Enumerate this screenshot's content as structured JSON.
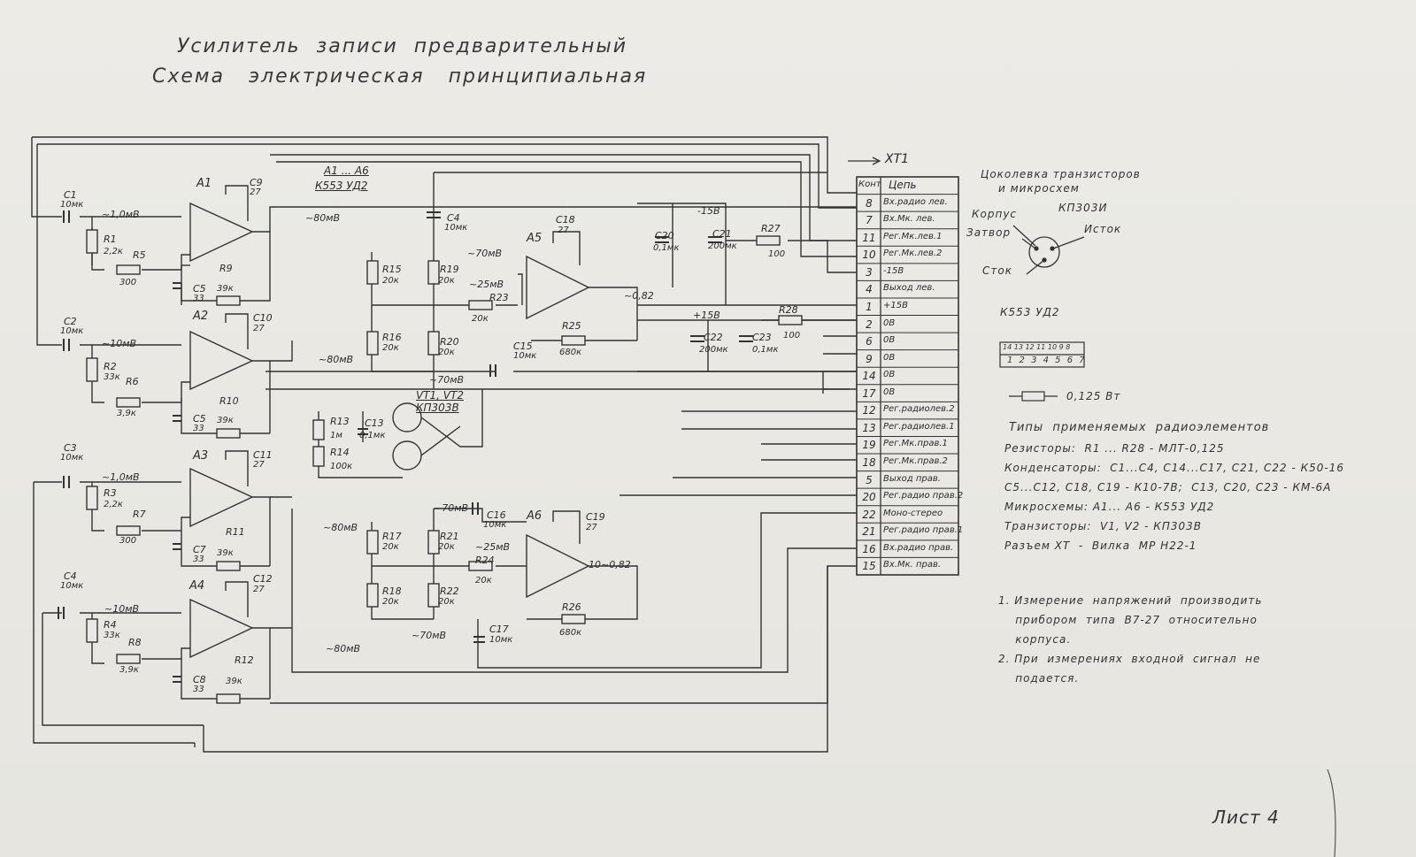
{
  "title": {
    "line1": "Усилитель  записи  предварительный",
    "line2": "Схема   электрическая   принципиальная"
  },
  "connector": {
    "arrow_label": "XT1",
    "header_pin": "Конт",
    "header_circuit": "Цепь",
    "rows": [
      {
        "pin": "8",
        "name": "Вх.радио лев."
      },
      {
        "pin": "7",
        "name": "Вх.Мк. лев."
      },
      {
        "pin": "11",
        "name": "Рег.Мк.лев.1"
      },
      {
        "pin": "10",
        "name": "Рег.Мк.лев.2"
      },
      {
        "pin": "3",
        "name": "-15В"
      },
      {
        "pin": "4",
        "name": "Выход лев."
      },
      {
        "pin": "1",
        "name": "+15В"
      },
      {
        "pin": "2",
        "name": "0В"
      },
      {
        "pin": "6",
        "name": "0В"
      },
      {
        "pin": "9",
        "name": "0В"
      },
      {
        "pin": "14",
        "name": "0В"
      },
      {
        "pin": "17",
        "name": "0В"
      },
      {
        "pin": "12",
        "name": "Рег.радиолев.2"
      },
      {
        "pin": "13",
        "name": "Рег.радиолев.1"
      },
      {
        "pin": "19",
        "name": "Рег.Мк.прав.1"
      },
      {
        "pin": "18",
        "name": "Рег.Мк.прав.2"
      },
      {
        "pin": "5",
        "name": "Выход прав."
      },
      {
        "pin": "20",
        "name": "Рег.радио прав.2"
      },
      {
        "pin": "22",
        "name": "Моно-стерео"
      },
      {
        "pin": "21",
        "name": "Рег.радио прав.1"
      },
      {
        "pin": "16",
        "name": "Вх.радио прав."
      },
      {
        "pin": "15",
        "name": "Вх.Мк. прав."
      }
    ]
  },
  "pinout": {
    "caption1": "Цоколевка транзисторов",
    "caption2": "и микросхем",
    "transistor": "КП303И",
    "body": "Корпус",
    "gate": "Затвор",
    "source": "Исток",
    "drain": "Сток",
    "ic": "К553 УД2",
    "ic_top_pins": "14 13 12 11 10 9 8",
    "ic_bottom_pins": "1 2 3 4 5 6 7",
    "resistor_power": "0,125 Вт"
  },
  "parts": {
    "heading": "Типы  применяемых  радиоэлементов",
    "lines": [
      "Резисторы:  R1 ... R28 - МЛТ-0,125",
      "Конденсаторы:  C1...C4, C14...C17, C21, C22 - К50-16",
      "C5...C12, C18, C19 - К10-7В;  C13, C20, C23 - КМ-6А",
      "Микросхемы: A1... A6 - К553 УД2",
      "Транзисторы:  V1, V2 - КП303В",
      "Разъем XT  -  Вилка  МР Н22-1"
    ]
  },
  "notes": [
    "1. Измерение  напряжений  производить",
    "    прибором  типа  В7-27  относительно",
    "    корпуса.",
    "2. При  измерениях  входной  сигнал  не",
    "    подается."
  ],
  "sheet_label": "Лист 4",
  "schematic": {
    "ic_group": "A1 ... A6",
    "ic_group_type": "К553 УД2",
    "transistors": "VT1, VT2",
    "transistor_type": "КП303В",
    "amps": [
      "A1",
      "A2",
      "A3",
      "A4",
      "A5",
      "A6"
    ],
    "labels": {
      "C1": "C1",
      "C1v": "10мк",
      "C2": "C2",
      "C2v": "10мк",
      "C3": "C3",
      "C3v": "10мк",
      "C4a": "C4",
      "C4av": "10мк",
      "C4": "C4",
      "C4v": "10мк",
      "C5a": "C5",
      "C5av": "33",
      "C5b": "C5",
      "C5bv": "33",
      "C7": "C7",
      "C7v": "33",
      "C8": "C8",
      "C8v": "33",
      "C9": "C9",
      "C9v": "27",
      "C10": "C10",
      "C10v": "27",
      "C11": "C11",
      "C11v": "27",
      "C12": "C12",
      "C12v": "27",
      "C13": "C13",
      "C13v": "0,1мк",
      "C15": "C15",
      "C15v": "10мк",
      "C16": "C16",
      "C16v": "10мк",
      "C17": "C17",
      "C17v": "10мк",
      "C18": "C18",
      "C18v": "27",
      "C19": "C19",
      "C19v": "27",
      "C20": "C20",
      "C20v": "0,1мк",
      "C21": "C21",
      "C21v": "200мк",
      "C22": "C22",
      "C22v": "200мк",
      "C23": "C23",
      "C23v": "0,1мк",
      "R1": "R1",
      "R1v": "2,2к",
      "R2": "R2",
      "R2v": "33к",
      "R3": "R3",
      "R3v": "2,2к",
      "R4": "R4",
      "R4v": "33к",
      "R5": "R5",
      "R5v": "300",
      "R6": "R6",
      "R6v": "3,9к",
      "R7": "R7",
      "R7v": "300",
      "R8": "R8",
      "R8v": "3,9к",
      "R9": "R9",
      "R9v": "39к",
      "R10": "R10",
      "R10v": "39к",
      "R11": "R11",
      "R11v": "39к",
      "R12": "R12",
      "R12v": "39к",
      "R13": "R13",
      "R13v": "1м",
      "R14": "R14",
      "R14v": "100к",
      "R15": "R15",
      "R15v": "20к",
      "R16": "R16",
      "R16v": "20к",
      "R17": "R17",
      "R17v": "20к",
      "R18": "R18",
      "R18v": "20к",
      "R19": "R19",
      "R19v": "20к",
      "R20": "R20",
      "R20v": "20к",
      "R21": "R21",
      "R21v": "20к",
      "R22": "R22",
      "R22v": "20к",
      "R23": "R23",
      "R23v": "20к",
      "R24": "R24",
      "R24v": "20к",
      "R25": "R25",
      "R25v": "680к",
      "R26": "R26",
      "R26v": "680к",
      "R27": "R27",
      "R27v": "100",
      "R28": "R28",
      "R28v": "100",
      "v1": "~1,0мВ",
      "v2": "~80мВ",
      "v3": "~10мВ",
      "v4": "~80мВ",
      "v5": "~1,0мВ",
      "v6": "~80мВ",
      "v7": "~10мВ",
      "v8": "~80мВ",
      "v9": "~70мВ",
      "v10": "~25мВ",
      "v11": "~70мВ",
      "v12": "~70мВ",
      "v13": "~25мВ",
      "v14": "~70мВ",
      "d1": "~0,82",
      "d2": "10~0,82",
      "m15": "-15В",
      "p15": "+15В"
    }
  }
}
